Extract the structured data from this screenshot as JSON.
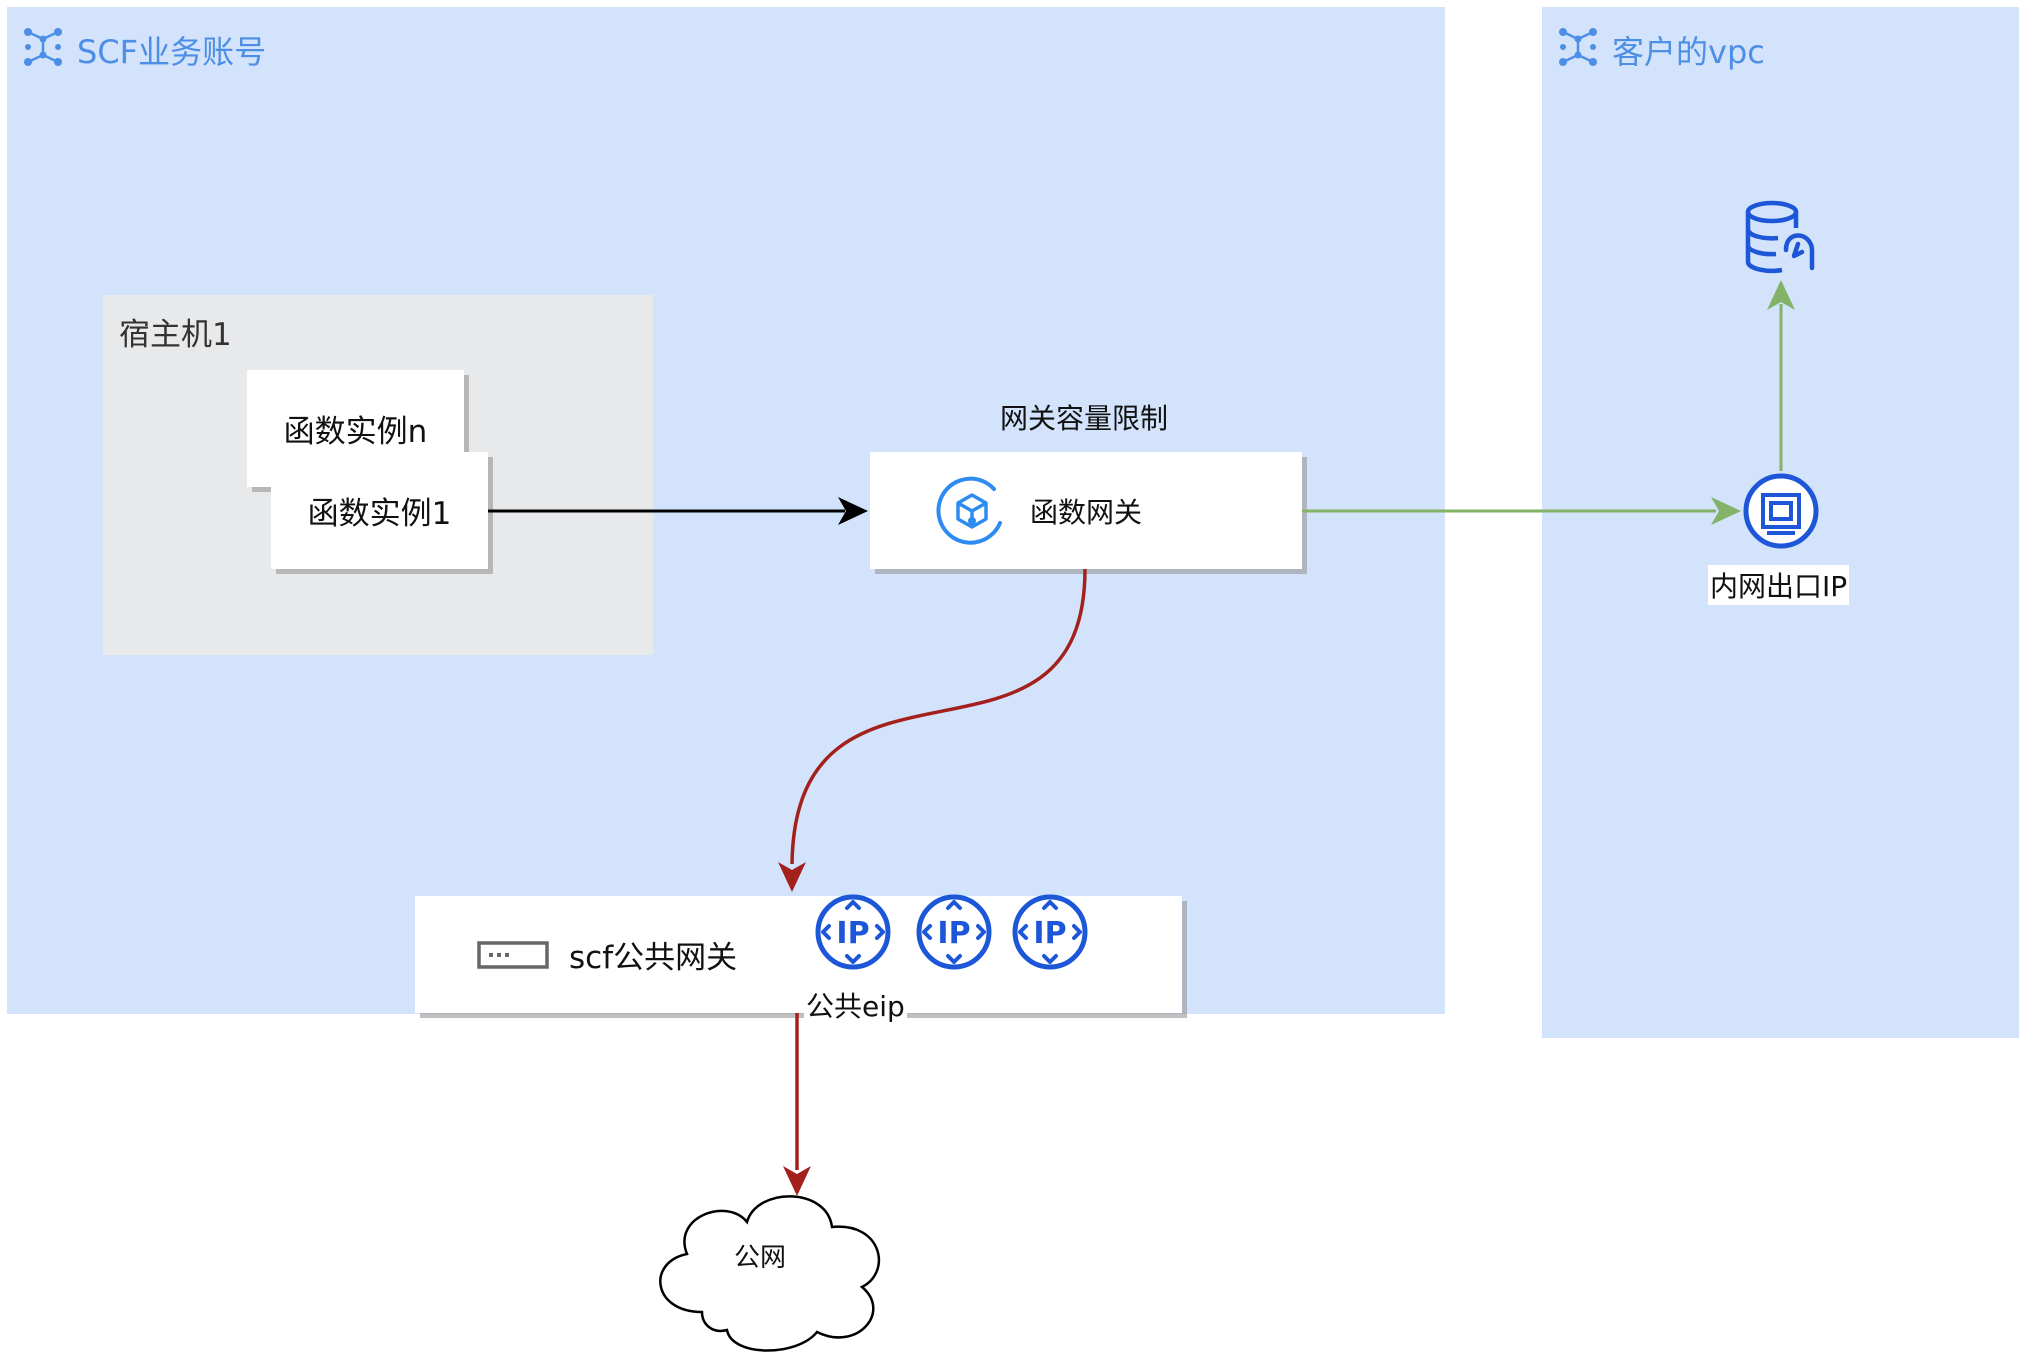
{
  "zones": {
    "account": {
      "title": "SCF业务账号"
    },
    "vpc": {
      "title": "客户的vpc"
    }
  },
  "host": {
    "label": "宿主机1"
  },
  "instances": {
    "back": "函数实例n",
    "front": "函数实例1"
  },
  "gateway": {
    "caption": "网关容量限制",
    "label": "函数网关"
  },
  "public_gateway": {
    "label": "scf公共网关",
    "eip_label": "公共eip"
  },
  "vpc_nodes": {
    "egress_ip_label": "内网出口IP"
  },
  "internet": {
    "label": "公网"
  },
  "icons": {
    "zone_icon": "network-nodes-icon",
    "gateway_icon": "function-gateway-icon",
    "switch_icon": "switch-icon",
    "ip_icon": "ip-address-icon",
    "egress_icon": "network-interface-icon",
    "database_icon": "database-icon"
  },
  "colors": {
    "zone_bg": "#d2e3fb",
    "host_bg": "#e8e9eb",
    "title_blue": "#4d8ee6",
    "icon_blue": "#1d56d6",
    "arrow_black": "#000000",
    "arrow_green": "#82b366",
    "arrow_red": "#a4201c"
  }
}
